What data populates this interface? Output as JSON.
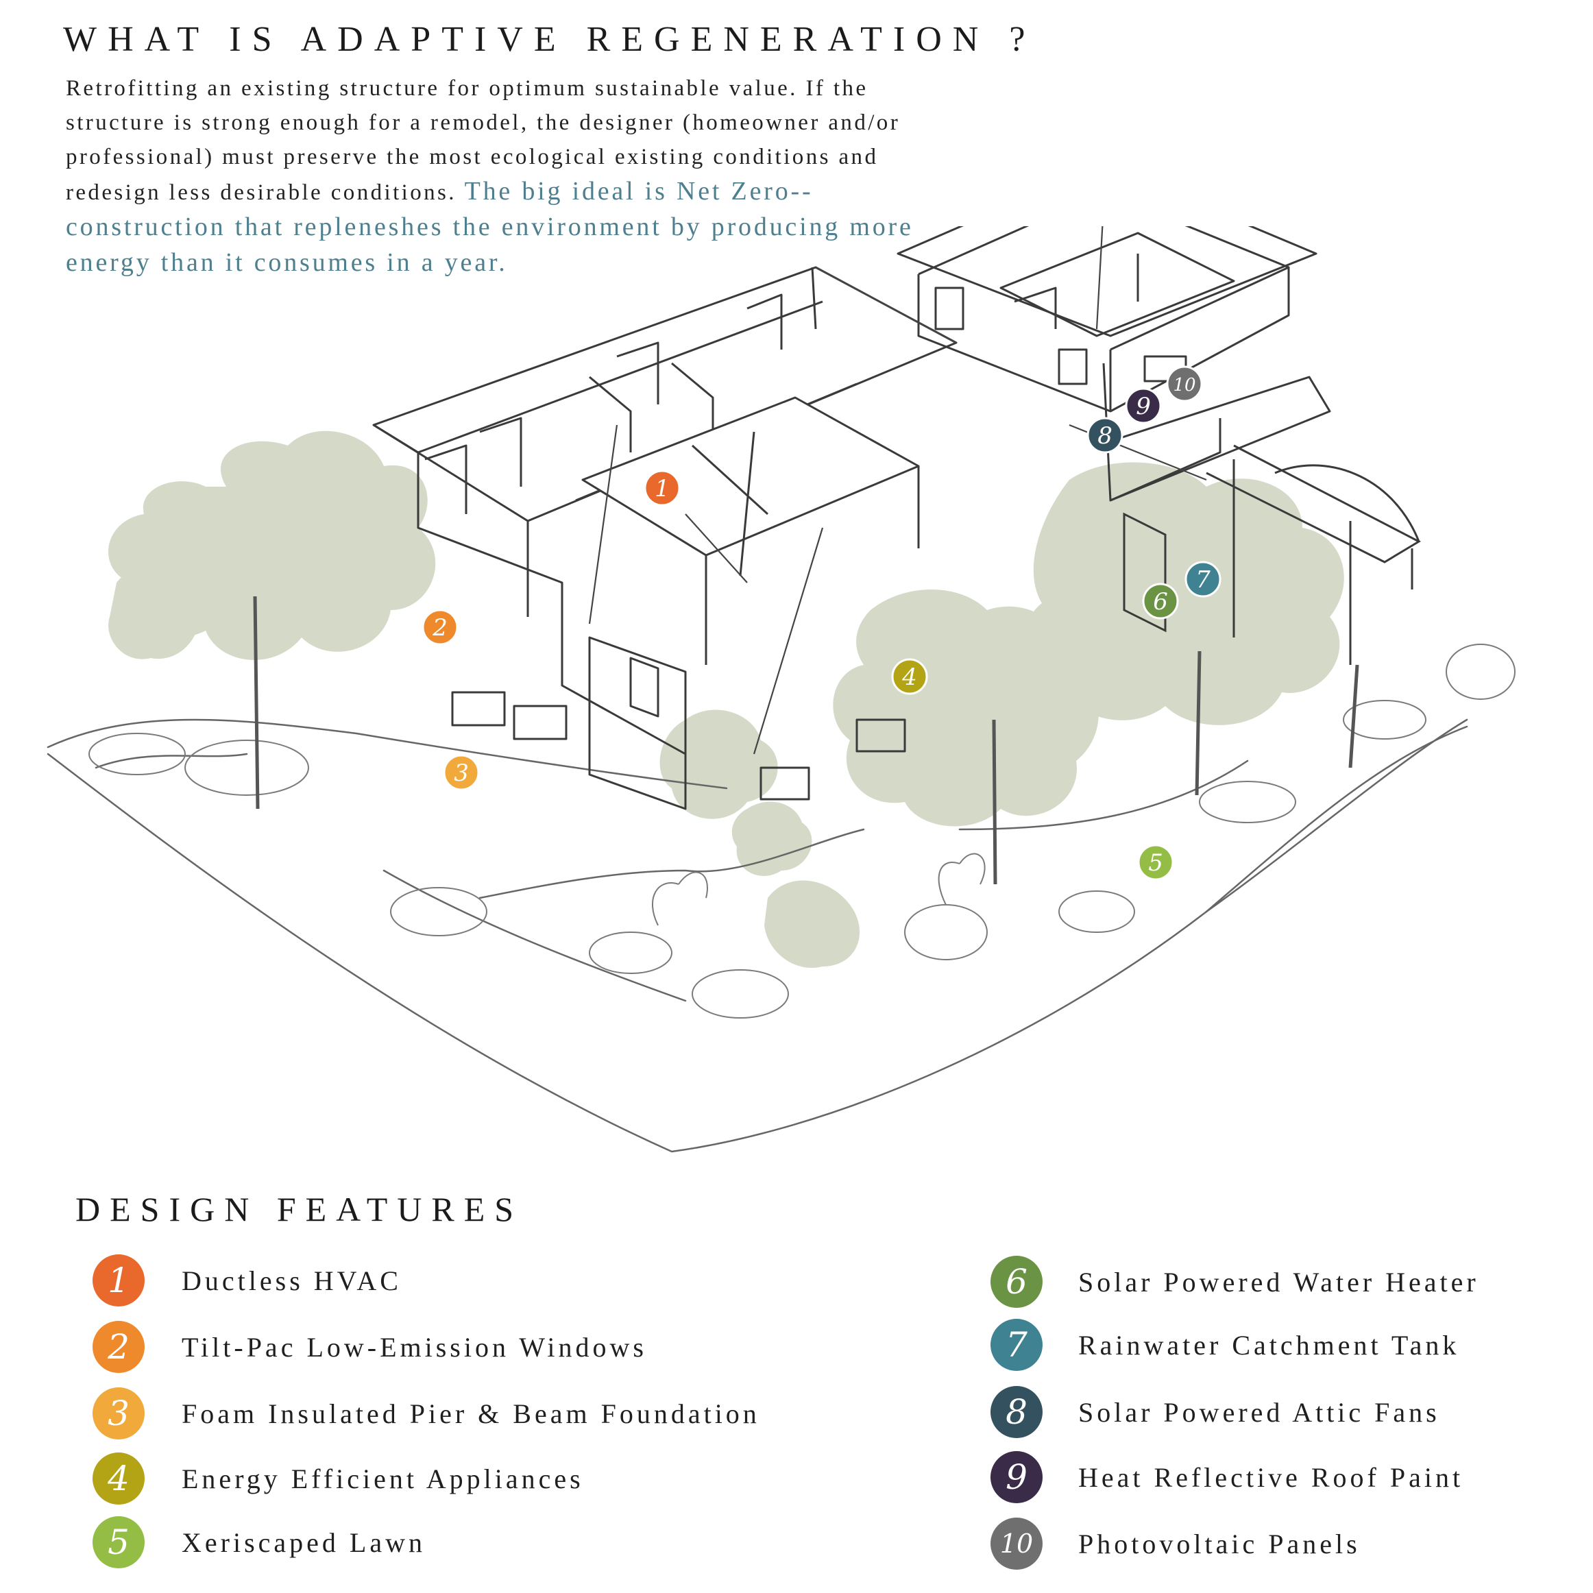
{
  "header": {
    "title": "WHAT IS ADAPTIVE REGENERATION ?",
    "intro_plain": "Retrofitting an existing structure for optimum sustainable value. If the structure is strong enough for a remodel, the designer (homeowner and/or professional) must preserve the most ecological existing conditions and redesign less desirable conditions.",
    "intro_highlight": "The big ideal is Net Zero--construction that repleneshes the environment by producing more energy than it consumes in a year."
  },
  "colors": {
    "highlight": "#4d7f8f",
    "foliage": "#c9d0b8",
    "sketch": "#555555"
  },
  "features_heading": "DESIGN FEATURES",
  "features": [
    {
      "number": "1",
      "label": "Ductless HVAC",
      "color": "#e8692b"
    },
    {
      "number": "2",
      "label": "Tilt-Pac Low-Emission Windows",
      "color": "#ef8a2c"
    },
    {
      "number": "3",
      "label": "Foam Insulated Pier & Beam Foundation",
      "color": "#f0a93a"
    },
    {
      "number": "4",
      "label": "Energy Efficient Appliances",
      "color": "#b3a416"
    },
    {
      "number": "5",
      "label": "Xeriscaped Lawn",
      "color": "#93bd44"
    },
    {
      "number": "6",
      "label": "Solar Powered Water Heater",
      "color": "#6b9344"
    },
    {
      "number": "7",
      "label": "Rainwater Catchment Tank",
      "color": "#3f8393"
    },
    {
      "number": "8",
      "label": "Solar Powered Attic Fans",
      "color": "#34515f"
    },
    {
      "number": "9",
      "label": "Heat Reflective Roof Paint",
      "color": "#3a2b48"
    },
    {
      "number": "10",
      "label": "Photovoltaic Panels",
      "color": "#6f6f6f"
    }
  ]
}
